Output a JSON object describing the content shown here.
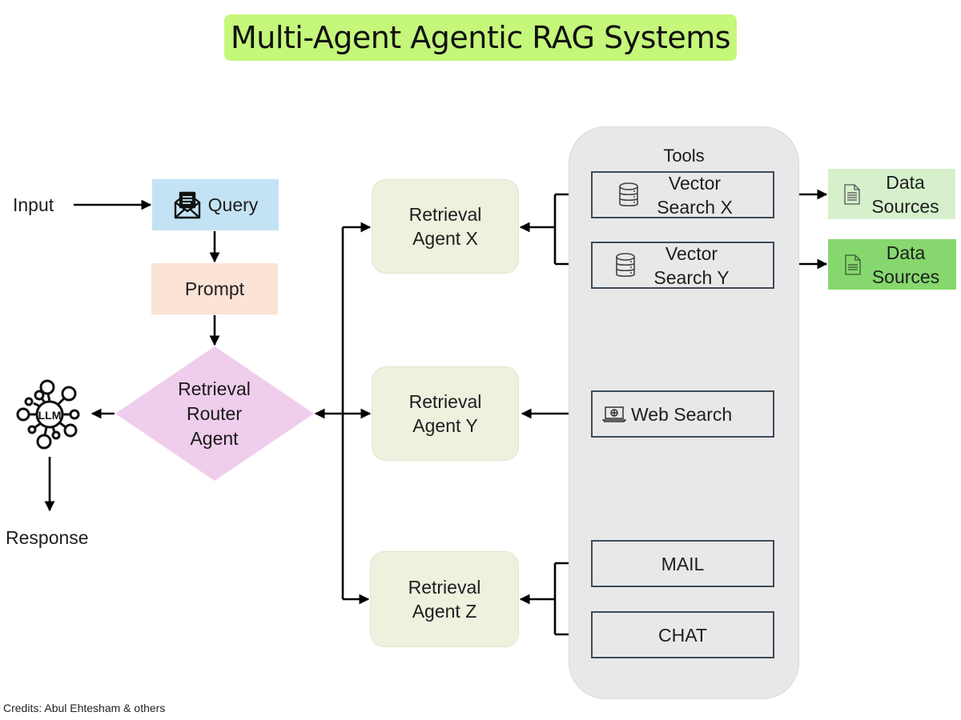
{
  "title": "Multi-Agent Agentic RAG Systems",
  "colors": {
    "title_bg": "#c4f77a",
    "query_bg": "#c3e3f4",
    "prompt_bg": "#fbe3d6",
    "router_bg": "#efcdec",
    "agent_bg": "#eff0de",
    "tools_panel_bg": "#e8e8e8",
    "tool_border": "#3d4b5c",
    "data_source_light": "#d6f0cc",
    "data_source_dark": "#86d86e"
  },
  "nodes": {
    "input": "Input",
    "query": "Query",
    "prompt": "Prompt",
    "router": [
      "Retrieval",
      "Router",
      "Agent"
    ],
    "llm": "LLM",
    "response": "Response",
    "agents": [
      {
        "line1": "Retrieval",
        "line2": "Agent X"
      },
      {
        "line1": "Retrieval",
        "line2": "Agent Y"
      },
      {
        "line1": "Retrieval",
        "line2": "Agent Z"
      }
    ]
  },
  "tools": {
    "title": "Tools",
    "vector_x": {
      "line1": "Vector",
      "line2": "Search X",
      "icon": "database-icon"
    },
    "vector_y": {
      "line1": "Vector",
      "line2": "Search Y",
      "icon": "database-icon"
    },
    "web": {
      "label": "Web Search",
      "icon": "laptop-globe-icon"
    },
    "mail": "MAIL",
    "chat": "CHAT"
  },
  "data_sources": [
    {
      "line1": "Data",
      "line2": "Sources",
      "icon": "document-icon"
    },
    {
      "line1": "Data",
      "line2": "Sources",
      "icon": "document-icon"
    }
  ],
  "credits": "Credits: Abul Ehtesham & others"
}
